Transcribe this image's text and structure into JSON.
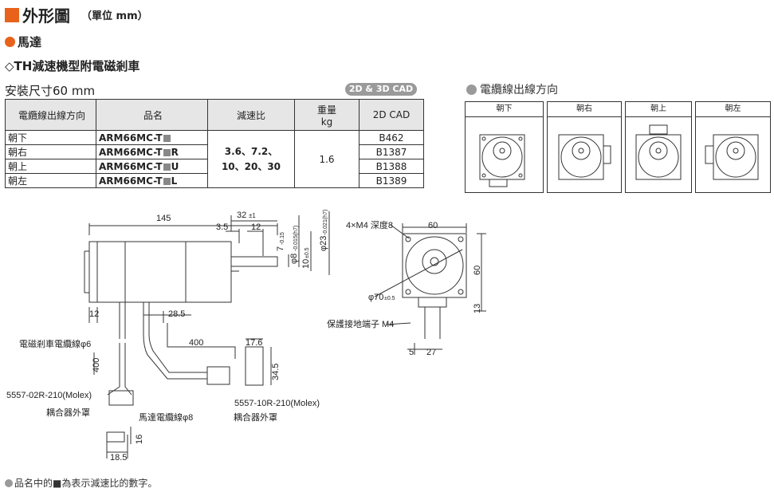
{
  "header": {
    "title": "外形圖",
    "unit": "（單位 mm）"
  },
  "section": {
    "motor": "馬達",
    "gear_type": "◇TH減速機型附電磁剎車",
    "mount_size": "安裝尺寸60 mm",
    "cad_badge": "2D & 3D CAD"
  },
  "cable_direction": {
    "heading": "電纜線出線方向",
    "views": [
      "朝下",
      "朝右",
      "朝上",
      "朝左"
    ]
  },
  "table": {
    "headers": [
      "電纜線出線方向",
      "品名",
      "減速比",
      "重量\nkg",
      "2D CAD"
    ],
    "ratio": "3.6、7.2、\n10、20、30",
    "weight": "1.6",
    "rows": [
      {
        "dir": "朝下",
        "name": "ARM66MC-T",
        "suffix": "",
        "cad": "B462"
      },
      {
        "dir": "朝右",
        "name": "ARM66MC-T",
        "suffix": "R",
        "cad": "B1387"
      },
      {
        "dir": "朝上",
        "name": "ARM66MC-T",
        "suffix": "U",
        "cad": "B1388"
      },
      {
        "dir": "朝左",
        "name": "ARM66MC-T",
        "suffix": "L",
        "cad": "B1389"
      }
    ]
  },
  "drawing": {
    "dims": {
      "d145": "145",
      "d32": "32",
      "d32tol": "±1",
      "d35": "3.5",
      "d12": "12",
      "d7": "7",
      "d7tol": "-0.15",
      "d8": "φ8",
      "d8tol": "-0.015(h7)",
      "d10": "10",
      "d10tol": "±0.5",
      "d23": "φ23",
      "d23tol": "-0.021(h7)",
      "d12b": "12",
      "d285": "28.5",
      "d400a": "400",
      "d400b": "400",
      "d176": "17.6",
      "d345": "34.5",
      "d16": "16",
      "d185": "18.5",
      "d60w": "60",
      "d60h": "60",
      "d13": "13",
      "d5": "5",
      "d27": "27",
      "d70": "φ70",
      "d70tol": "±0.5"
    },
    "labels": {
      "brake_cable": "電磁剎車電纜線φ6",
      "conn1": "5557-02R-210(Molex)",
      "cover1": "耦合器外罩",
      "motor_cable": "馬達電纜線φ8",
      "conn2": "5557-10R-210(Molex)",
      "cover2": "耦合器外罩",
      "holes": "4×M4 深度8",
      "ground": "保護接地端子 M4"
    }
  },
  "footnote": "品名中的■為表示減速比的數字。"
}
